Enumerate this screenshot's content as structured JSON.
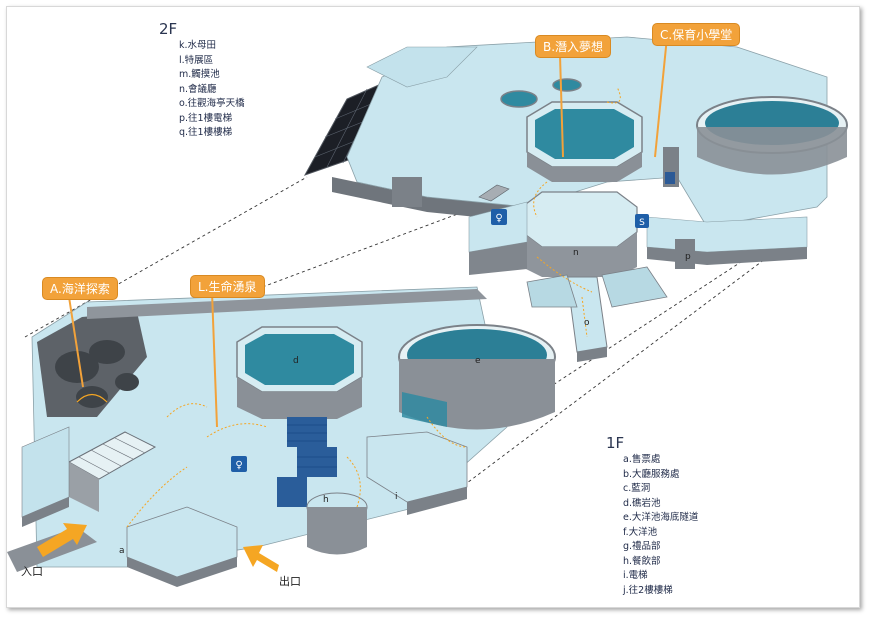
{
  "floor2": {
    "title": "2F",
    "legend": [
      "k.水母田",
      "l.特展區",
      "m.觸摸池",
      "n.會議廳",
      "o.往觀海亭天橋",
      "p.往1樓電梯",
      "q.往1樓樓梯"
    ],
    "callouts": [
      "B.潛入夢想",
      "C.保育小學堂"
    ],
    "map_letters": [
      "n",
      "o",
      "p"
    ]
  },
  "floor1": {
    "title": "1F",
    "legend": [
      "a.售票處",
      "b.大廳服務處",
      "c.藍洞",
      "d.礁岩池",
      "e.大洋池海底隧道",
      "f.大洋池",
      "g.禮品部",
      "h.餐飲部",
      "i.電梯",
      "j.往2樓樓梯"
    ],
    "callouts": [
      "A.海洋探索",
      "L.生命湧泉"
    ],
    "map_letters": [
      "d",
      "e",
      "h",
      "i",
      "a"
    ]
  },
  "navigation": {
    "entrance": "入口",
    "exit": "出口"
  },
  "colors": {
    "roof": "#cfe8f0",
    "wall": "#8f959c",
    "wall_dark": "#6a7078",
    "water": "#2c7f96",
    "callout": "#f2a23a",
    "arrow": "#f5a623"
  },
  "icons": [
    "restroom-icon",
    "elevator-icon",
    "entrance-arrow-icon",
    "exit-arrow-icon"
  ]
}
